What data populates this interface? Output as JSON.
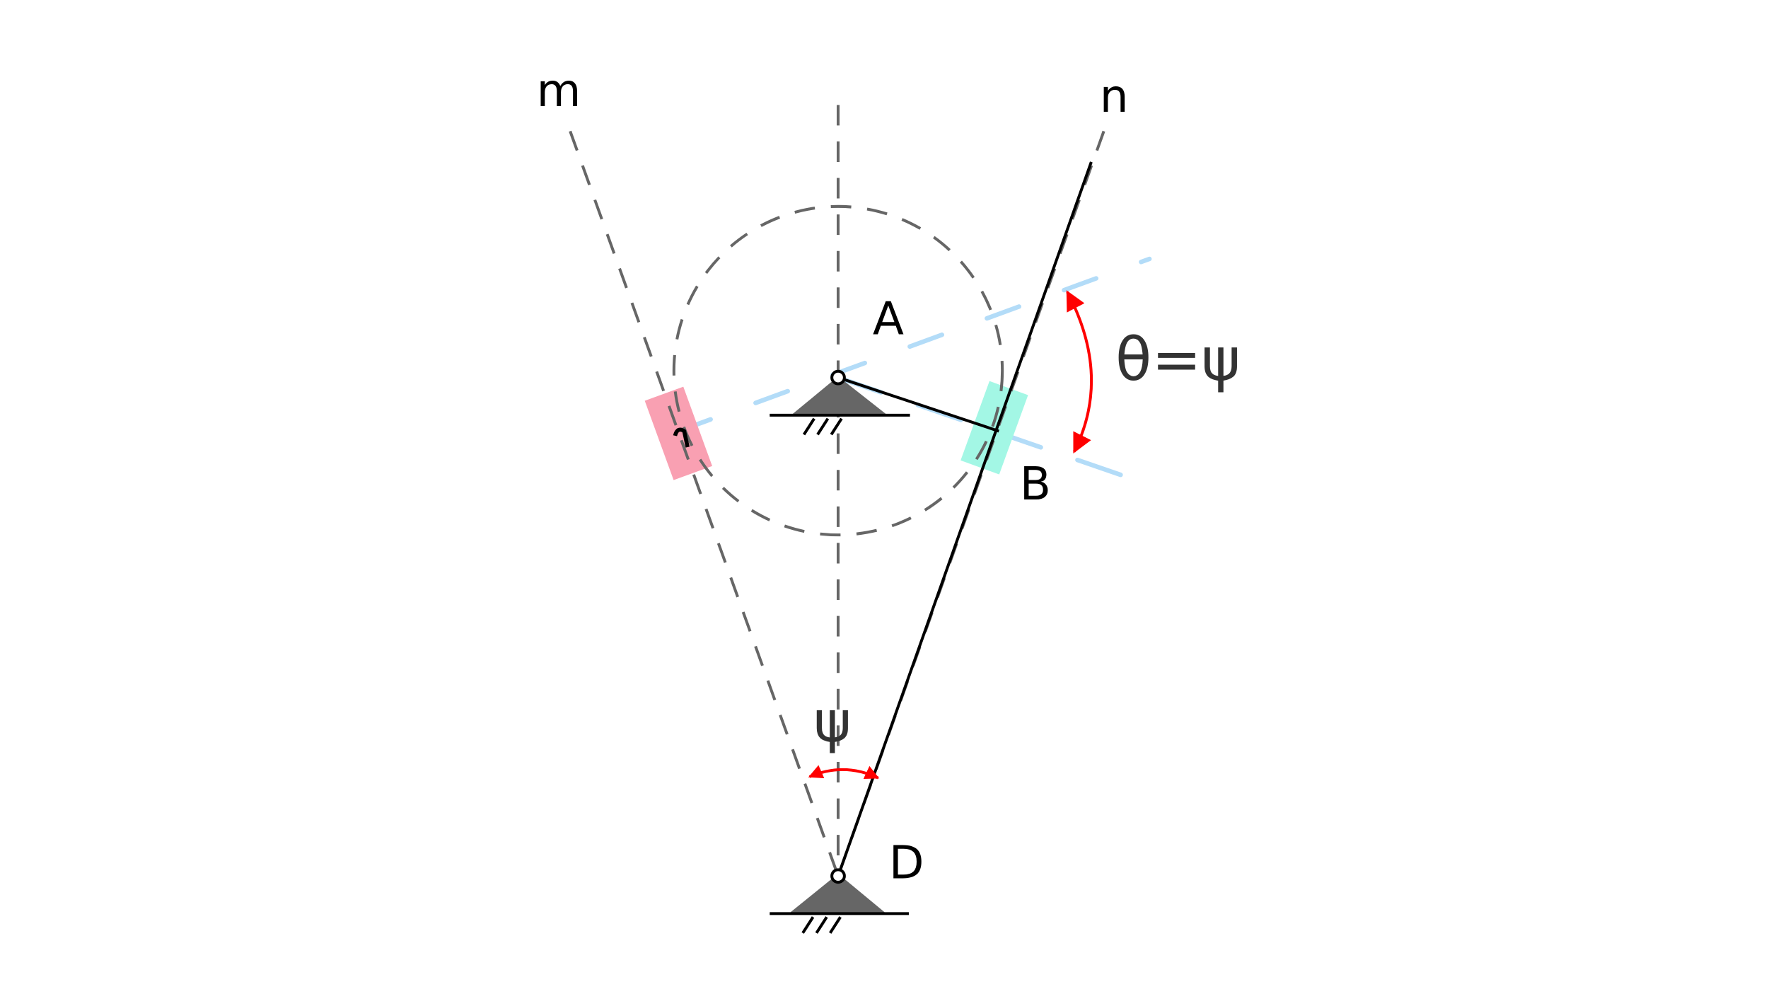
{
  "labels": {
    "line_m": "m",
    "line_n": "n",
    "point_a": "A",
    "point_b": "B",
    "point_d": "D",
    "angle_psi": "ψ",
    "angle_relation": "θ=ψ"
  },
  "colors": {
    "construction_line": "#666666",
    "link": "#000000",
    "guide_line": "#b3dcf8",
    "slider_left": "#f9a0b2",
    "slider_right": "#a3f7e5",
    "angle_marker": "#ff0000",
    "support": "#666666"
  }
}
